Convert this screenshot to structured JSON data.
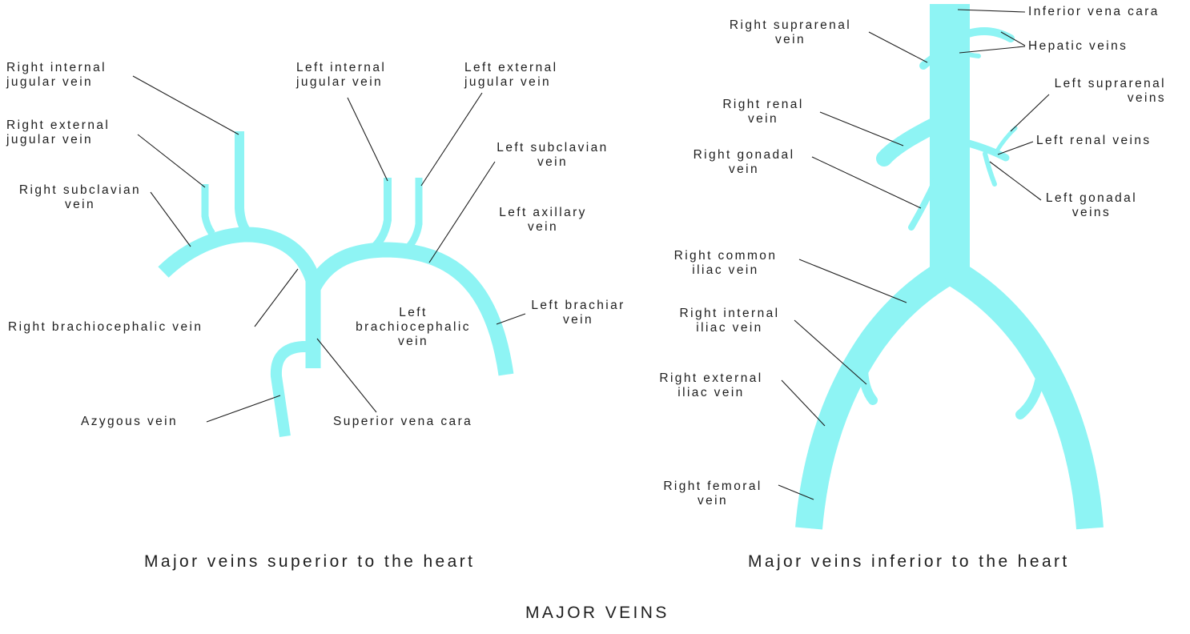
{
  "colors": {
    "vein": "#8ef4f4",
    "vein_shade": "#6ce6ea",
    "leader": "#1e1e1e"
  },
  "captions": {
    "superior": "Major veins superior to the heart",
    "inferior": "Major veins inferior to the heart",
    "main": "MAJOR VEINS"
  },
  "superior_labels": {
    "right_internal_jugular": [
      "Right internal",
      "jugular vein"
    ],
    "right_external_jugular": [
      "Right external",
      "jugular vein"
    ],
    "right_subclavian": [
      "Right subclavian",
      "vein"
    ],
    "left_internal_jugular": [
      "Left internal",
      "jugular vein"
    ],
    "left_external_jugular": [
      "Left external",
      "jugular vein"
    ],
    "left_subclavian": [
      "Left subclavian",
      "vein"
    ],
    "left_axillary": [
      "Left axillary",
      "vein"
    ],
    "right_brachiocephalic": [
      "Right brachiocephalic vein"
    ],
    "left_brachiocephalic": [
      "Left",
      "brachiocephalic",
      "vein"
    ],
    "left_brachiar": [
      "Left brachiar",
      "vein"
    ],
    "azygous": [
      "Azygous vein"
    ],
    "superior_vena_cara": [
      "Superior vena cara"
    ]
  },
  "inferior_labels": {
    "inferior_vena_cara": [
      "Inferior vena cara"
    ],
    "right_suprarenal": [
      "Right suprarenal",
      "vein"
    ],
    "hepatic": [
      "Hepatic veins"
    ],
    "left_suprarenal": [
      "Left suprarenal",
      "veins"
    ],
    "right_renal": [
      "Right renal",
      "vein"
    ],
    "left_renal": [
      "Left renal veins"
    ],
    "right_gonadal": [
      "Right gonadal",
      "vein"
    ],
    "left_gonadal": [
      "Left gonadal",
      "veins"
    ],
    "right_common_iliac": [
      "Right common",
      "iliac vein"
    ],
    "right_internal_iliac": [
      "Right internal",
      "iliac vein"
    ],
    "right_external_iliac": [
      "Right external",
      "iliac vein"
    ],
    "right_femoral": [
      "Right femoral",
      "vein"
    ]
  }
}
